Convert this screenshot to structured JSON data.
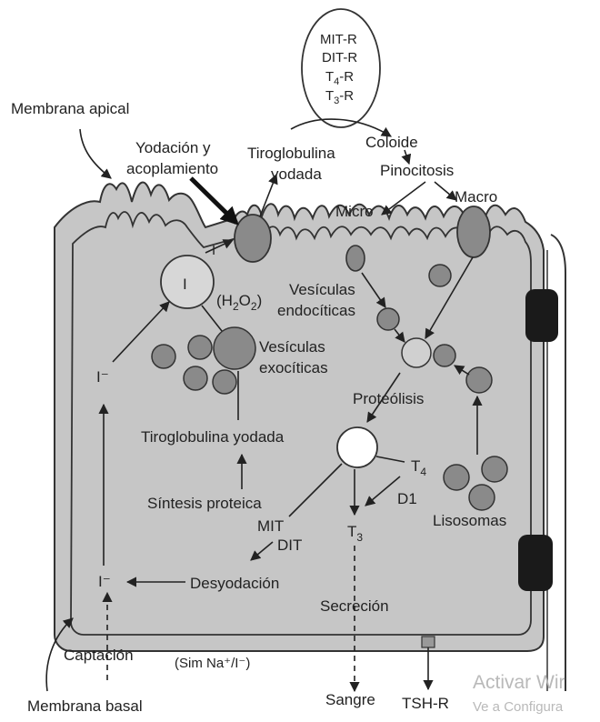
{
  "thyroid_ellipse_items": [
    "MIT-R",
    "DIT-R",
    "T",
    "T"
  ],
  "t4r_sub": "4",
  "t4r_suffix": "-R",
  "t3r_sub": "3",
  "t3r_suffix": "-R",
  "membrana_apical": "Membrana apical",
  "yodacion_line1": "Yodación y",
  "yodacion_line2": "acoplamiento",
  "tiroglobulina_line1": "Tiroglobulina",
  "tiroglobulina_line2": "yodada",
  "coloide": "Coloide",
  "pinocitosis": "Pinocitosis",
  "micro": "Micro",
  "macro": "Macro",
  "iodine_circle": "I",
  "iodine_arrow_label": "I",
  "h2o2_open": "(H",
  "h2o2_sub1": "2",
  "h2o2_mid": "O",
  "h2o2_sub2": "2",
  "h2o2_close": ")",
  "vesiculas_endo_line1": "Vesículas",
  "vesiculas_endo_line2": "endocíticas",
  "vesiculas_exo_line1": "Vesículas",
  "vesiculas_exo_line2": "exocíticas",
  "iodide_upper": "I⁻",
  "iodide_lower": "I⁻",
  "proteolisis": "Proteólisis",
  "tiroglobulina_yodada": "Tiroglobulina yodada",
  "t4_main": "T",
  "t4_sub": "4",
  "d1": "D1",
  "sintesis": "Síntesis proteica",
  "mit": "MIT",
  "dit": "DIT",
  "t3_main": "T",
  "t3_sub": "3",
  "lisosomas": "Lisosomas",
  "desyodacion": "Desyodación",
  "secrecion": "Secreción",
  "captacion": "Captación",
  "sim": "(Sim Na⁺/I⁻)",
  "sangre": "Sangre",
  "tshr": "TSH-R",
  "membrana_basal": "Membrana basal",
  "watermark_line1": "Activar Wir",
  "watermark_line2": "Ve a Configura"
}
